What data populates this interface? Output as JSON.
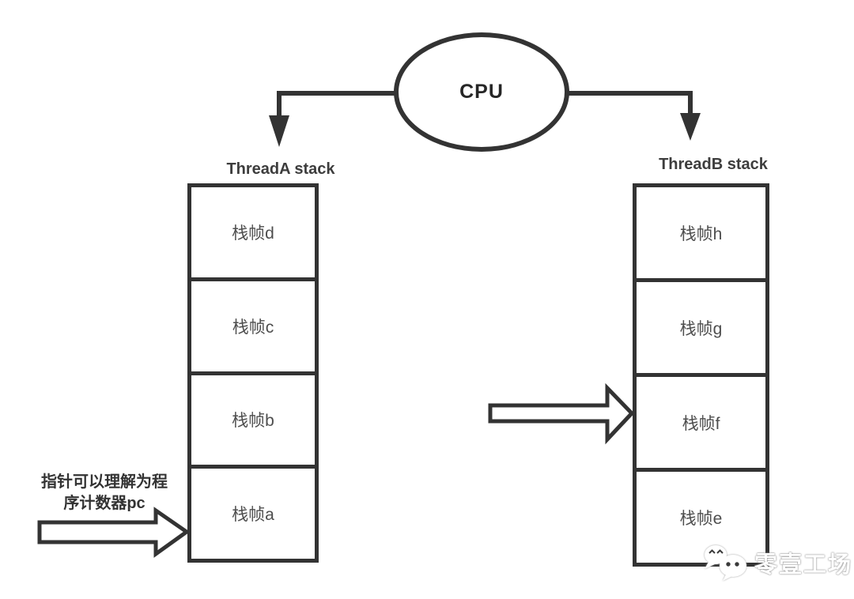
{
  "cpu": {
    "label": "CPU"
  },
  "threads": {
    "a": {
      "title": "ThreadA stack",
      "frames": [
        "栈帧d",
        "栈帧c",
        "栈帧b",
        "栈帧a"
      ]
    },
    "b": {
      "title": "ThreadB stack",
      "frames": [
        "栈帧h",
        "栈帧g",
        "栈帧f",
        "栈帧e"
      ]
    }
  },
  "annotation": {
    "line1": "指针可以理解为程",
    "line2": "序计数器pc"
  },
  "watermark": {
    "label": "零壹工场",
    "icon": "wechat-icon"
  },
  "colors": {
    "line": "#333333",
    "frame_text": "#4d4d4d",
    "title_text": "#3d3d3d",
    "background": "#ffffff",
    "watermark_text": "#ffffff"
  }
}
